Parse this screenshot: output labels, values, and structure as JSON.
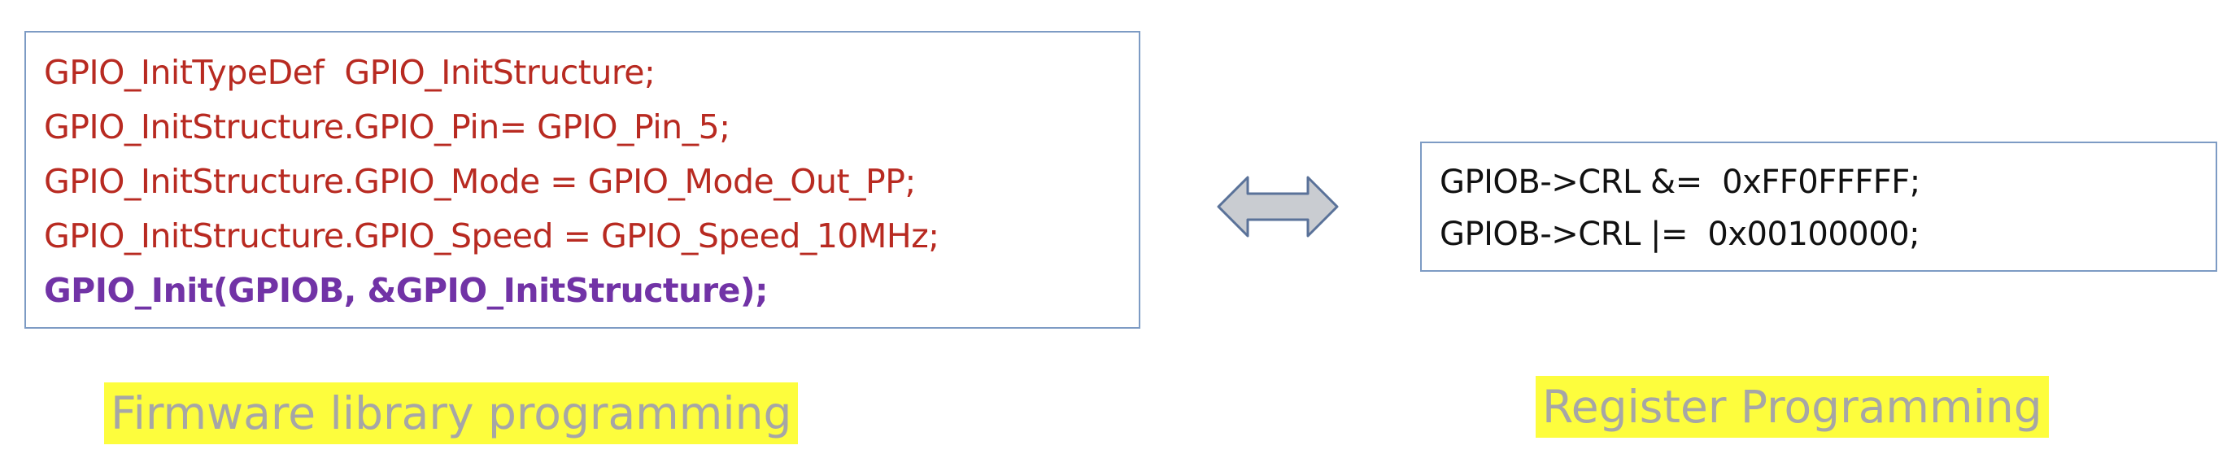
{
  "firmware_code": {
    "lines": [
      "GPIO_InitTypeDef  GPIO_InitStructure;",
      "GPIO_InitStructure.GPIO_Pin= GPIO_Pin_5;",
      "GPIO_InitStructure.GPIO_Mode = GPIO_Mode_Out_PP;",
      "GPIO_InitStructure.GPIO_Speed = GPIO_Speed_10MHz;",
      "GPIO_Init(GPIOB, &GPIO_InitStructure);"
    ],
    "caption": "Firmware library programming"
  },
  "register_code": {
    "lines": [
      "GPIOB->CRL &=  0xFF0FFFFF;",
      "GPIOB->CRL |=  0x00100000;"
    ],
    "caption": "Register Programming"
  },
  "colors": {
    "code_red": "#b82a21",
    "code_purple": "#7133a6",
    "box_border": "#7d9bc4",
    "caption_highlight": "#fdfd3d",
    "caption_text": "#a6a6a6",
    "arrow_fill": "#c9ccd1",
    "arrow_stroke": "#5a7299"
  },
  "icons": {
    "arrow": "double-headed-arrow-icon"
  }
}
